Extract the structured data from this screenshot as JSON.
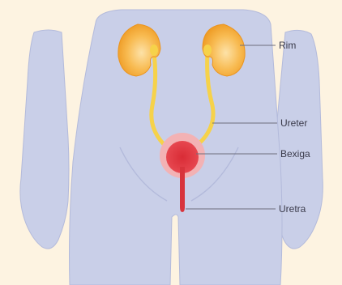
{
  "background_color": "#fdf3e1",
  "colors": {
    "body_fill": "#c9cfe8",
    "body_stroke": "#b3badb",
    "kidney_outer": "#f5a52f",
    "kidney_inner": "#fbd58a",
    "ureter": "#f6d24a",
    "bladder_halo": "#f3b2b4",
    "bladder": "#e23c44",
    "urethra": "#d8343c",
    "leader_line": "#6d6d7d",
    "label_text": "#3a3a4a"
  },
  "labels": {
    "rim": "Rim",
    "ureter": "Ureter",
    "bexiga": "Bexiga",
    "uretra": "Uretra"
  }
}
